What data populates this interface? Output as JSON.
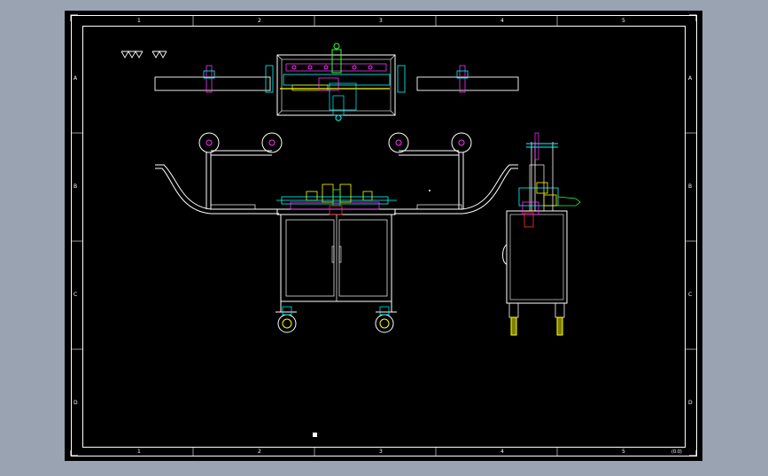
{
  "viewport": {
    "background": "#9aa3b1",
    "sheet": "#000000"
  },
  "border": {
    "columns": [
      "1",
      "2",
      "3",
      "4",
      "5"
    ],
    "rows": [
      "A",
      "B",
      "C",
      "D"
    ],
    "corner_note": "(0.0)"
  },
  "colors": {
    "outline": "#ffffff",
    "cyan": "#00ffff",
    "magenta": "#ff33ff",
    "yellow": "#ffff00",
    "green": "#33ff33",
    "red": "#ff3333",
    "blue": "#3366ff"
  }
}
